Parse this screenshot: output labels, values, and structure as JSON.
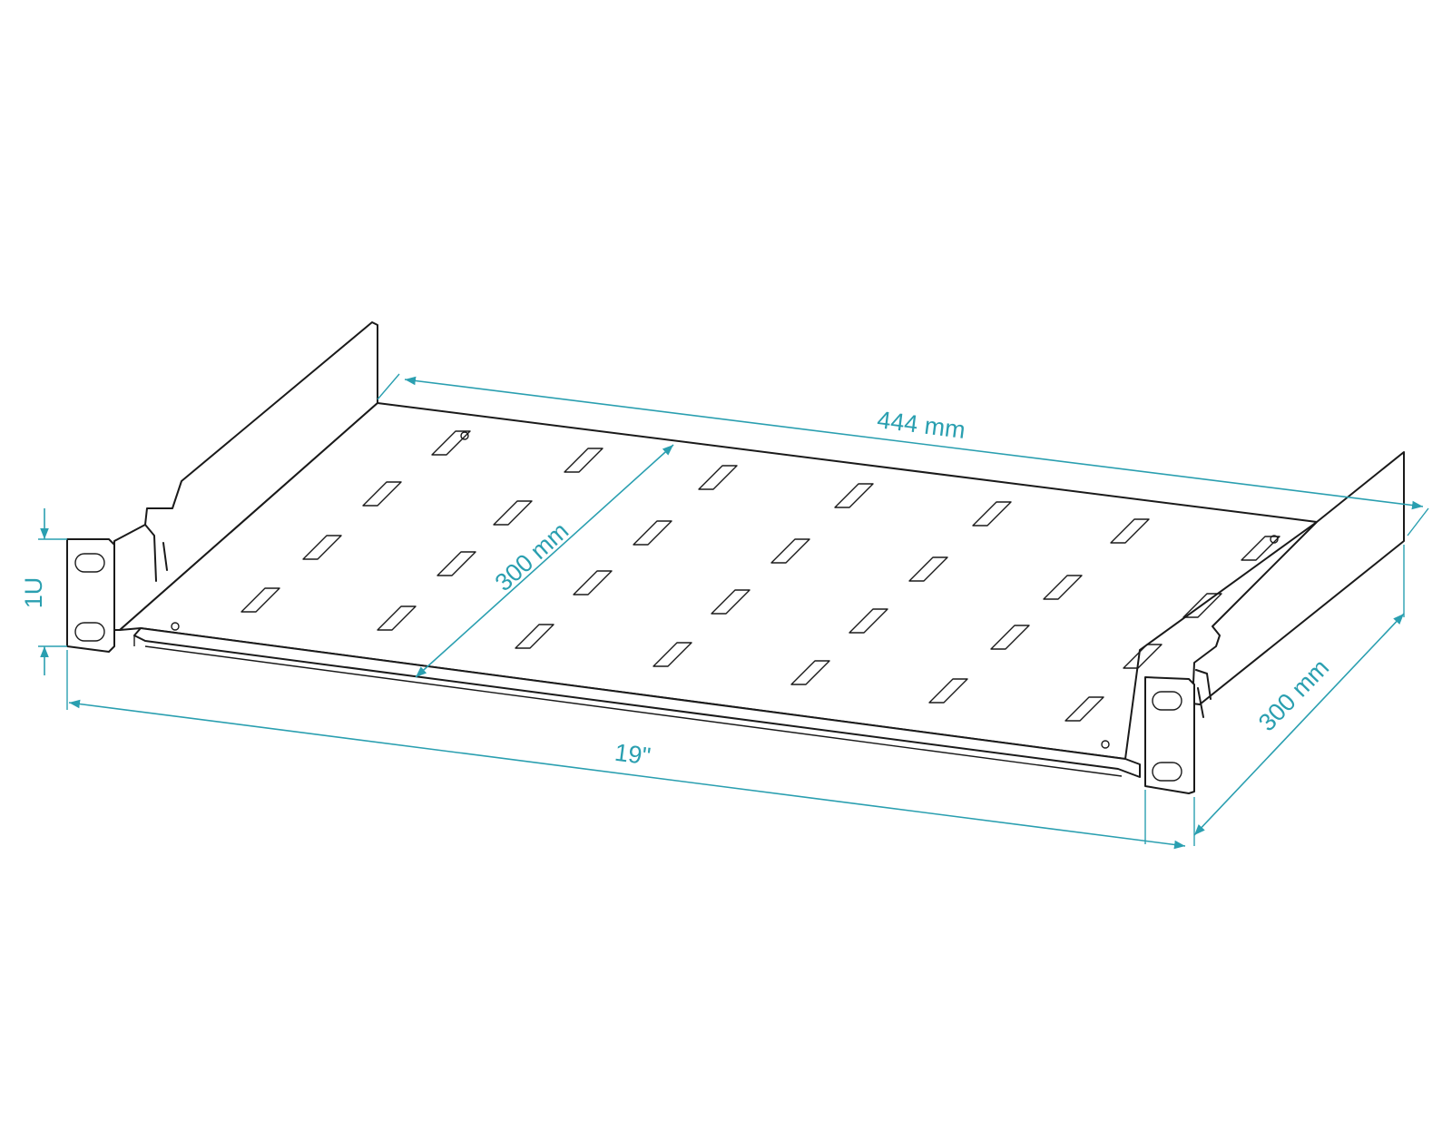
{
  "dimensions": {
    "width_top": "444 mm",
    "depth_center": "300 mm",
    "depth_side": "300 mm",
    "width_front": "19\"",
    "height": "1U"
  },
  "colors": {
    "dimension": "#2a9fb0",
    "outline": "#1a1a1a",
    "background": "#ffffff"
  }
}
